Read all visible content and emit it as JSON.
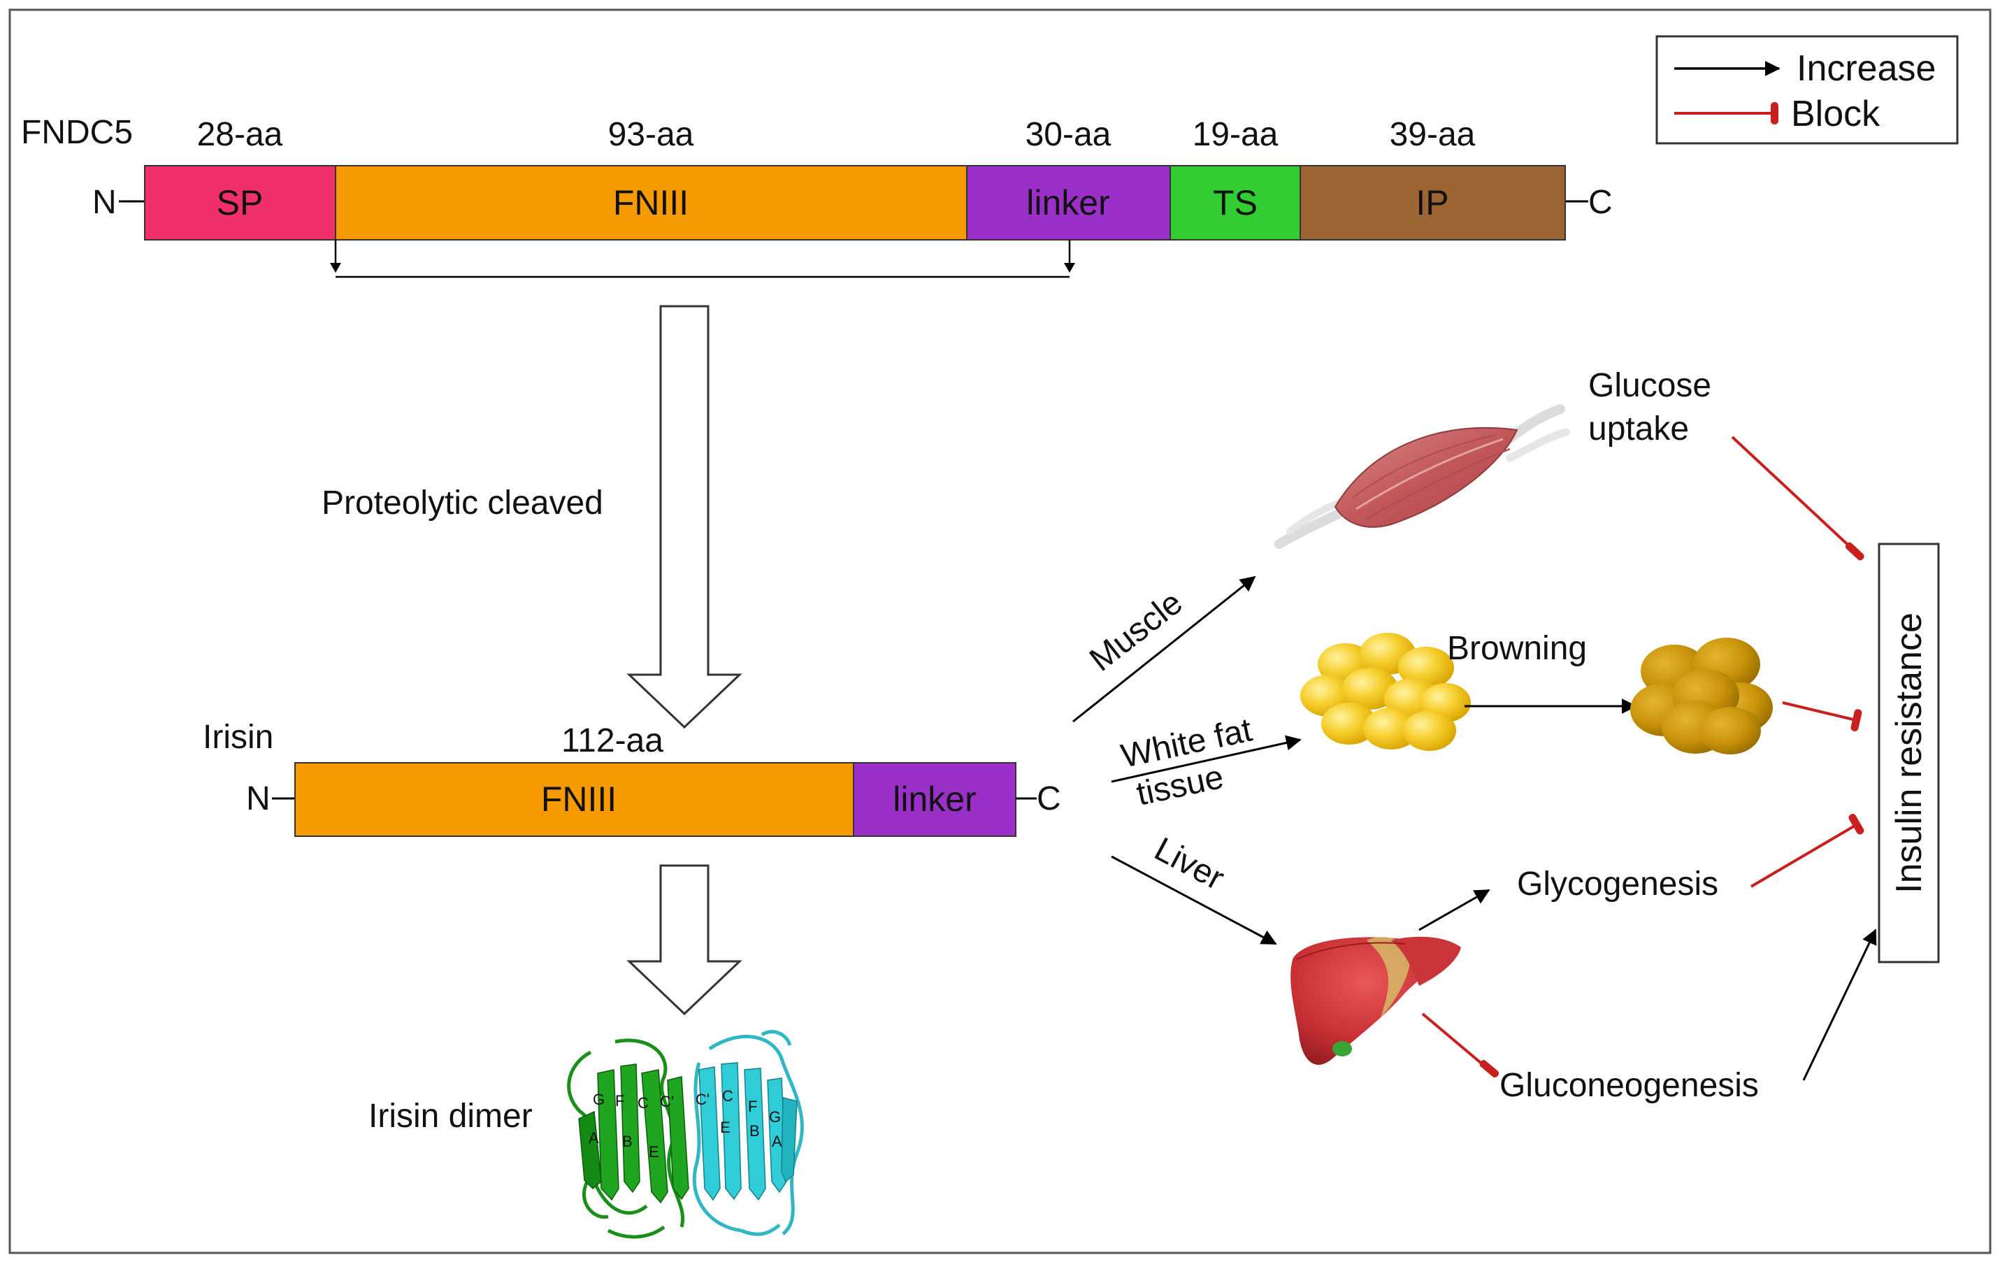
{
  "legend": {
    "increase": "Increase",
    "block": "Block",
    "increase_color": "#000000",
    "block_color": "#c8201e"
  },
  "fndc5": {
    "name": "FNDC5",
    "n_term": "N",
    "c_term": "C",
    "segments": [
      {
        "label": "SP",
        "length": "28-aa",
        "color": "#f0306a"
      },
      {
        "label": "FNIII",
        "length": "93-aa",
        "color": "#f59a00"
      },
      {
        "label": "linker",
        "length": "30-aa",
        "color": "#9b30c8"
      },
      {
        "label": "TS",
        "length": "19-aa",
        "color": "#33cc33"
      },
      {
        "label": "IP",
        "length": "39-aa",
        "color": "#9c6534"
      }
    ]
  },
  "cleavage": {
    "label": "Proteolytic cleaved"
  },
  "irisin": {
    "name": "Irisin",
    "length": "112-aa",
    "n_term": "N",
    "c_term": "C",
    "segments": [
      {
        "label": "FNIII",
        "color": "#f59a00"
      },
      {
        "label": "linker",
        "color": "#9b30c8"
      }
    ]
  },
  "dimer": {
    "label": "Irisin dimer",
    "green_letters": [
      "G",
      "F",
      "C",
      "C'",
      "A",
      "B",
      "E"
    ],
    "cyan_letters": [
      "C'",
      "C",
      "F",
      "E",
      "B",
      "G",
      "A"
    ]
  },
  "targets": {
    "muscle": "Muscle",
    "white_fat_line1": "White fat",
    "white_fat_line2": "tissue",
    "liver": "Liver"
  },
  "effects": {
    "glucose_line1": "Glucose",
    "glucose_line2": "uptake",
    "browning": "Browning",
    "glycogenesis": "Glycogenesis",
    "gluconeogenesis": "Gluconeogenesis"
  },
  "outcome": {
    "label": "Insulin resistance"
  },
  "icons": [
    "muscle-icon",
    "white-fat-icon",
    "brown-fat-icon",
    "liver-icon",
    "protein-structure-icon"
  ]
}
